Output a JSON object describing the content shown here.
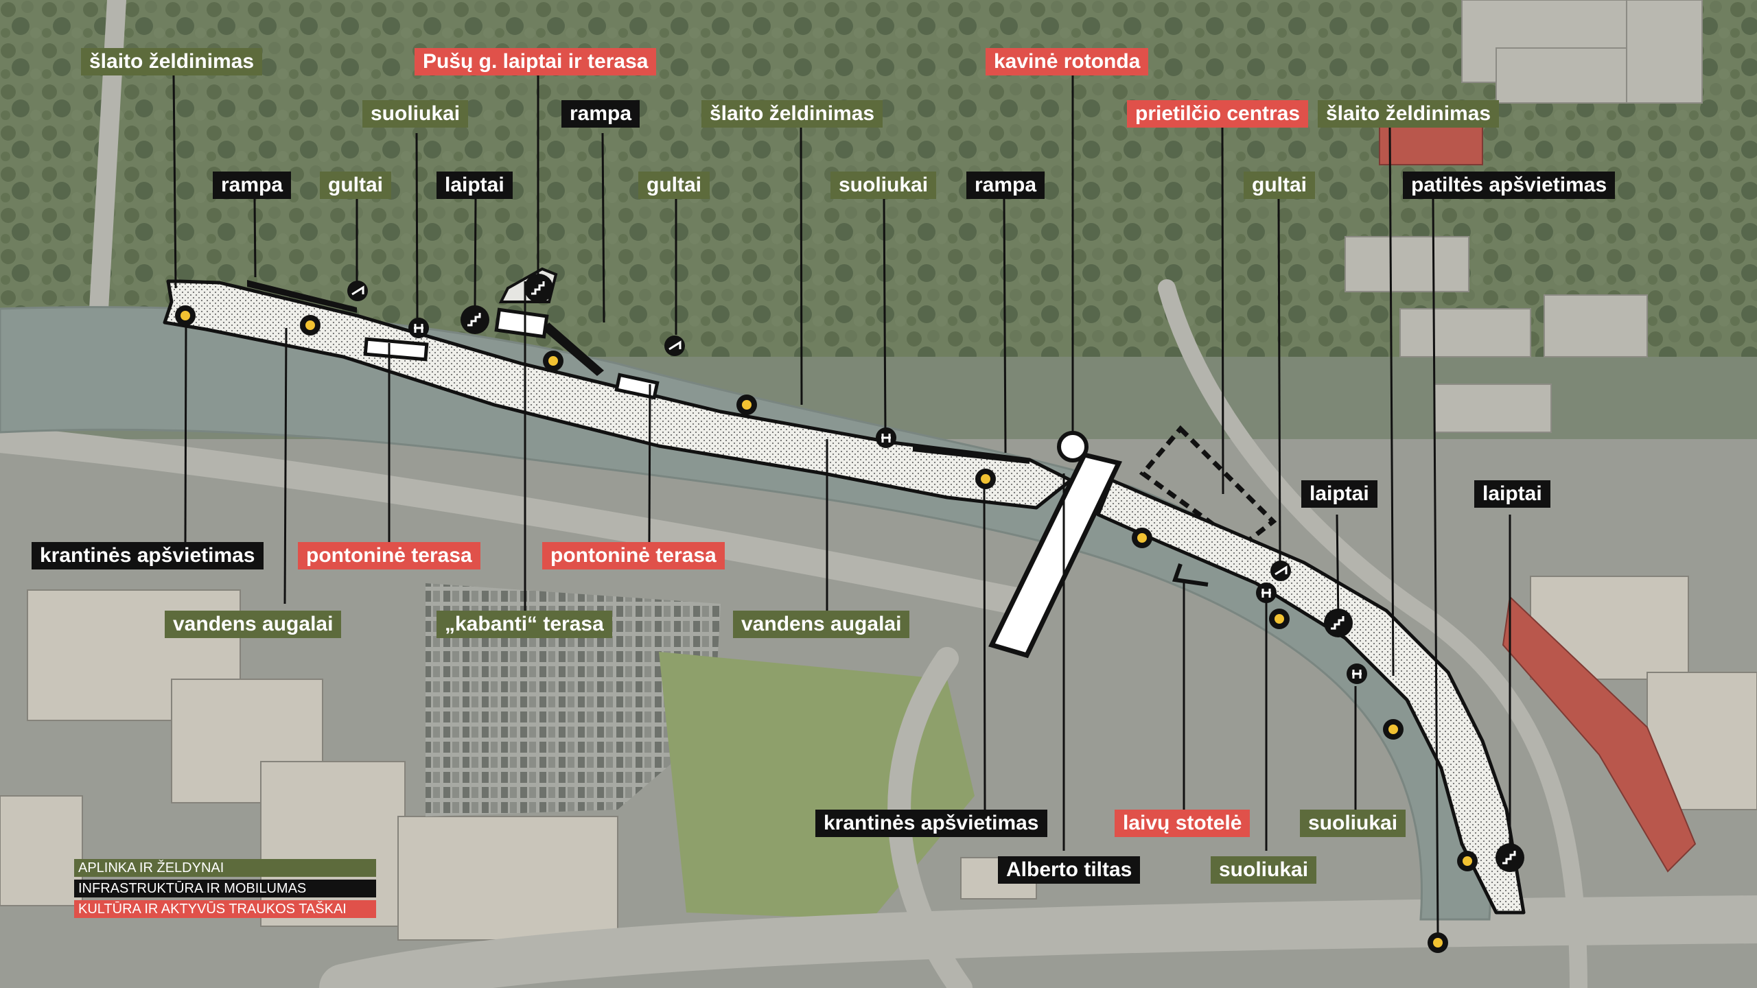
{
  "colors": {
    "environment": "#5d6b3c",
    "infrastructure": "#111111",
    "culture": "#e0514a",
    "river": "#8a9792",
    "promenade": "#efefea"
  },
  "labels": {
    "slaito_zeldinimas_1": "šlaito želdinimas",
    "pusu_laiptai": "Pušų g. laiptai ir terasa",
    "kavine_rotonda": "kavinė rotonda",
    "suoliukai_1": "suoliukai",
    "rampa_top": "rampa",
    "slaito_zeldinimas_2": "šlaito želdinimas",
    "prietilcio_centras": "prietilčio centras",
    "slaito_zeldinimas_3": "šlaito želdinimas",
    "rampa_1": "rampa",
    "gultai_1": "gultai",
    "laiptai_1": "laiptai",
    "gultai_2": "gultai",
    "suoliukai_2": "suoliukai",
    "rampa_2": "rampa",
    "gultai_3": "gultai",
    "patiltes_apsvietimas": "patiltės apšvietimas",
    "laiptai_2": "laiptai",
    "laiptai_3": "laiptai",
    "krantines_apsvietimas_1": "krantinės apšvietimas",
    "pontonine_terasa_1": "pontoninė terasa",
    "pontonine_terasa_2": "pontoninė terasa",
    "vandens_augalai_1": "vandens augalai",
    "kabanti_terasa": "„kabanti“ terasa",
    "vandens_augalai_2": "vandens augalai",
    "krantines_apsvietimas_2": "krantinės apšvietimas",
    "laivu_stotele": "laivų stotelė",
    "suoliukai_3": "suoliukai",
    "alberto_tiltas": "Alberto tiltas",
    "suoliukai_4": "suoliukai"
  },
  "legend": [
    {
      "label": "APLINKA IR ŽELDYNAI",
      "category": "environment"
    },
    {
      "label": "INFRASTRUKTŪRA IR MOBILUMAS",
      "category": "infrastructure"
    },
    {
      "label": "KULTŪRA IR AKTYVŪS TRAUKOS TAŠKAI",
      "category": "culture"
    }
  ],
  "icons": {
    "light": "light-icon",
    "bench": "bench-icon",
    "lounger": "lounger-icon",
    "stairs": "stairs-icon",
    "rotunda": "rotunda-marker"
  }
}
